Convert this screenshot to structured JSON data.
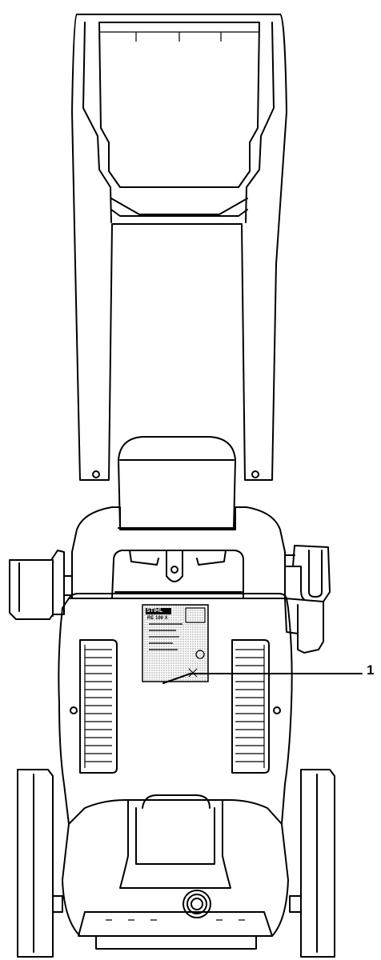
{
  "callout": {
    "number": "1"
  },
  "rating_plate": {
    "brand": "STIHL",
    "model": "RE 100 X"
  }
}
